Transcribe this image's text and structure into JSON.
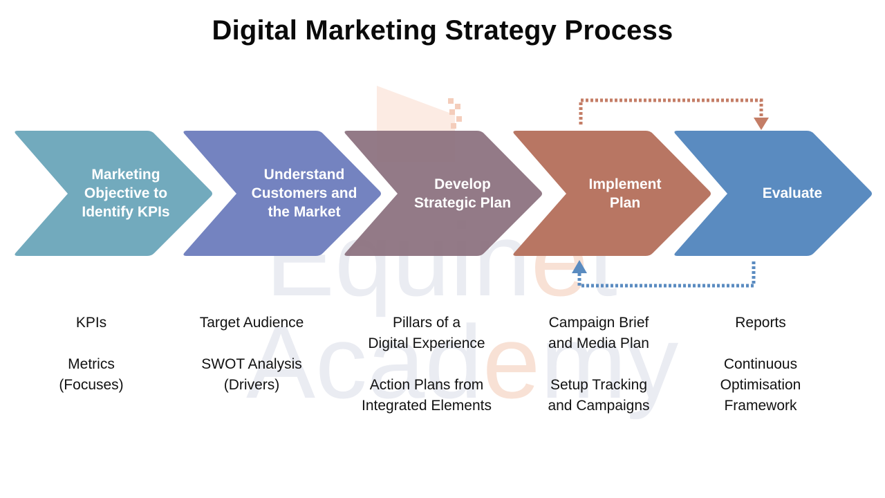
{
  "title": "Digital Marketing Strategy Process",
  "watermark": {
    "line1": [
      "Equin",
      "e",
      "t"
    ],
    "line2": [
      "Acad",
      "e",
      "my"
    ]
  },
  "colors": {
    "step1": "#72aabd",
    "step2": "#7483c0",
    "step3": "#8a6f7d",
    "step4": "#b87663",
    "step5": "#5a8bc0",
    "arrow_top": "#c47d66",
    "arrow_bottom": "#5a8bc0"
  },
  "steps": [
    {
      "label_lines": [
        "Marketing",
        "Objective to",
        "Identify KPIs"
      ],
      "details": [
        [
          "KPIs"
        ],
        [
          "Metrics",
          "(Focuses)"
        ]
      ]
    },
    {
      "label_lines": [
        "Understand",
        "Customers and",
        "the Market"
      ],
      "details": [
        [
          "Target Audience"
        ],
        [
          "SWOT Analysis",
          "(Drivers)"
        ]
      ]
    },
    {
      "label_lines": [
        "Develop",
        "Strategic Plan"
      ],
      "details": [
        [
          "Pillars of a",
          "Digital Experience"
        ],
        [
          "Action Plans from",
          "Integrated Elements"
        ]
      ]
    },
    {
      "label_lines": [
        "Implement",
        "Plan"
      ],
      "details": [
        [
          "Campaign Brief",
          "and Media Plan"
        ],
        [
          "Setup Tracking",
          "and Campaigns"
        ]
      ]
    },
    {
      "label_lines": [
        "Evaluate"
      ],
      "details": [
        [
          "Reports"
        ],
        [
          "Continuous",
          "Optimisation",
          "Framework"
        ]
      ]
    }
  ],
  "feedback_arrows": [
    {
      "from": "Implement Plan",
      "to": "Evaluate",
      "style": "dotted",
      "position": "top"
    },
    {
      "from": "Evaluate",
      "to": "Implement Plan",
      "style": "dotted",
      "position": "bottom"
    }
  ]
}
